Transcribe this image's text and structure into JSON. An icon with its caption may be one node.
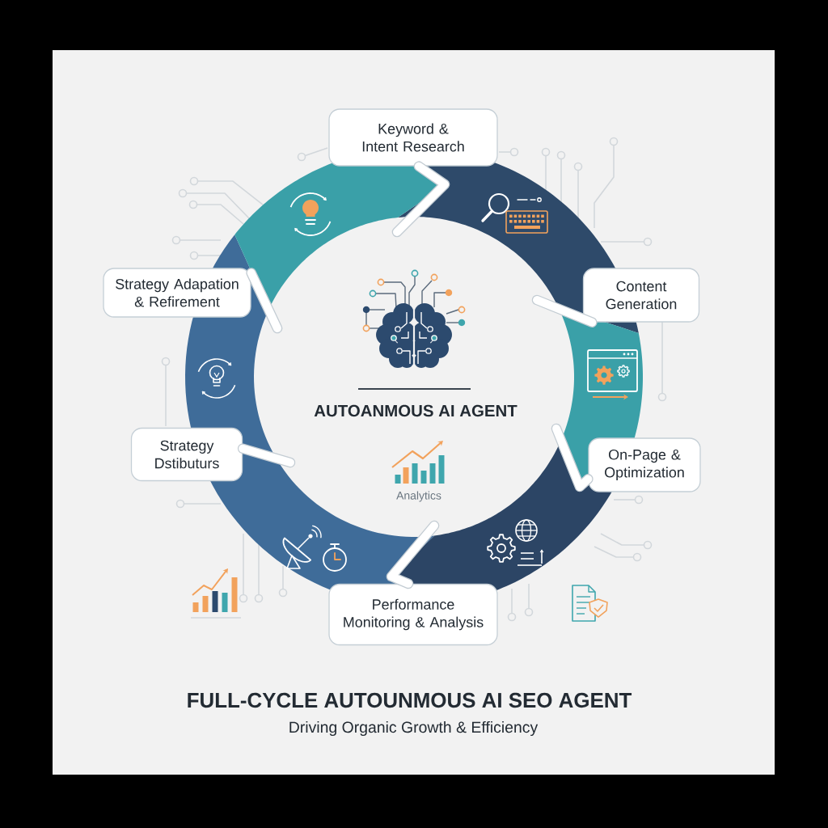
{
  "diagram": {
    "title": "FULL-CYCLE AUTOUNMOUS AI SEO AGENT",
    "caption": "Driving Organic Growth & Efficiency",
    "nodes": [
      {
        "text": [
          "Keyword & Intent Research"
        ]
      },
      {
        "text": [
          "Content Generation"
        ]
      },
      {
        "text": [
          "On-Page & Optimization"
        ]
      },
      {
        "text": [
          "Performance Monitoring & Analysis"
        ]
      },
      {
        "text": [
          "Strategy Dstibuturs"
        ]
      },
      {
        "text": [
          "Strategy Adapation & Refirement"
        ]
      }
    ],
    "edges": [
      {
        "from": 0,
        "to": null,
        "arrow": "none"
      },
      {
        "from": 1,
        "to": null,
        "arrow": "none"
      },
      {
        "from": 2,
        "to": null,
        "arrow": "none"
      },
      {
        "from": 3,
        "to": null,
        "arrow": "none"
      },
      {
        "from": 4,
        "to": null,
        "arrow": "none"
      },
      {
        "from": 5,
        "to": null,
        "arrow": "none"
      }
    ],
    "labels": [
      "AUTOANMOUS AI AGENT",
      "Analytics"
    ]
  }
}
